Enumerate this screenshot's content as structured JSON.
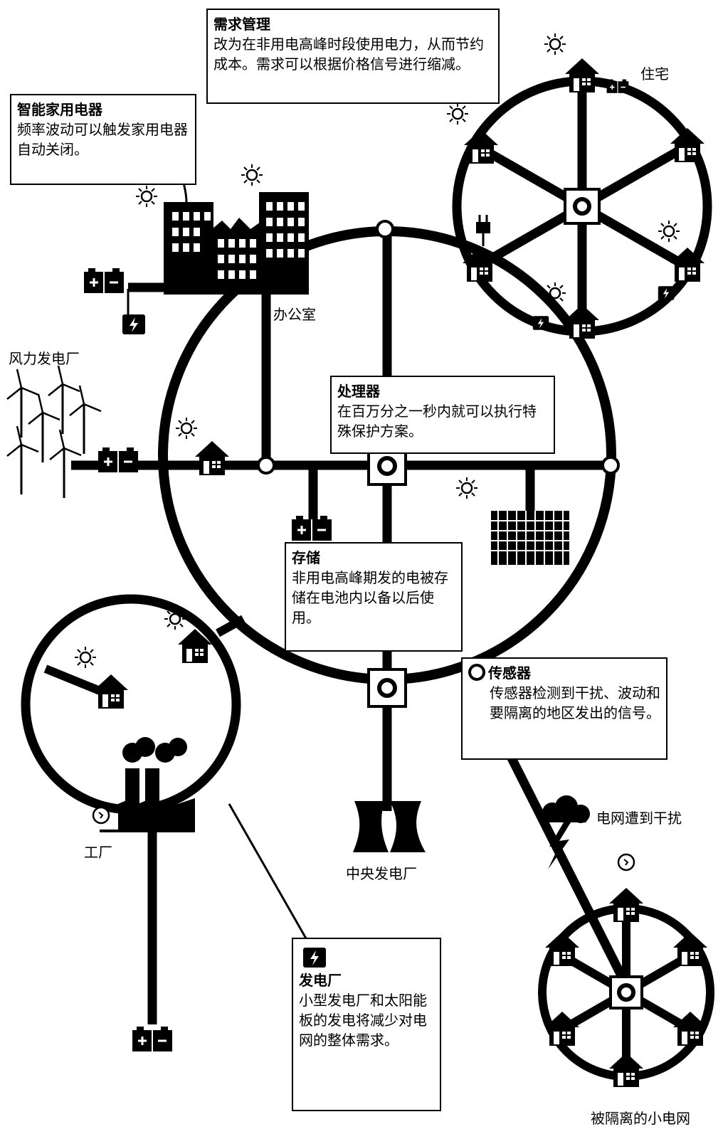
{
  "callouts": {
    "demand": {
      "title": "需求管理",
      "body": "改为在非用电高峰时段使用电力，从而节约成本。需求可以根据价格信号进行缩减。"
    },
    "smart_appliance": {
      "title": "智能家用电器",
      "body": "频率波动可以触发家用电器自动关闭。"
    },
    "processor": {
      "title": "处理器",
      "body": "在百万分之一秒内就可以执行特殊保护方案。"
    },
    "storage": {
      "title": "存储",
      "body": "非用电高峰期发的电被存储在电池内以备以后使用。"
    },
    "sensor": {
      "title": "传感器",
      "body": "传感器检测到干扰、波动和要隔离的地区发出的信号。"
    },
    "generation": {
      "title": "发电厂",
      "body": "小型发电厂和太阳能板的发电将减少对电网的整体需求。"
    }
  },
  "labels": {
    "residential": "住宅",
    "office": "办公室",
    "wind_farm": "风力发电厂",
    "factory": "工厂",
    "central_plant": "中央发电厂",
    "disturbance": "电网遭到干扰",
    "islanded_microgrid": "被隔离的小电网"
  }
}
